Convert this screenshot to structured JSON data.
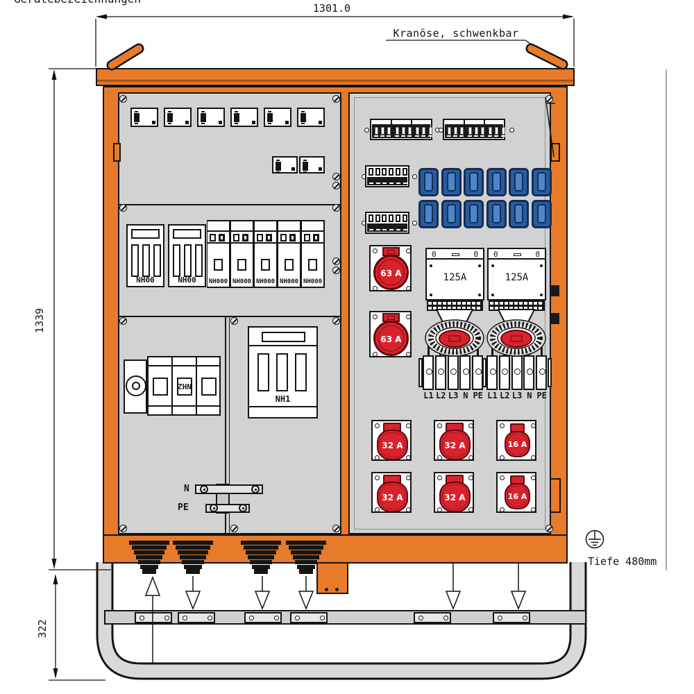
{
  "annotations": {
    "top_partial_label": "Gerätebezeichnungen",
    "width_dimension": "1301.0",
    "height_dimension": "1339",
    "base_height_dimension": "322",
    "crane_note": "Kranöse, schwenkbar",
    "depth_note": "Tiefe 480mm"
  },
  "left_panel": {
    "meter_modules_row1": 6,
    "meter_modules_row2": 2,
    "nh00_labels": [
      "NH00",
      "NH00"
    ],
    "nh000_labels": [
      "NH000",
      "NH000",
      "NH000",
      "NH000",
      "NH000"
    ],
    "switch_label": "NH2",
    "fuse_switch_label": "NH1",
    "neutral_bus_label": "N",
    "pe_bus_label": "PE"
  },
  "right_panel": {
    "breaker_groups": 2,
    "breaker_poles_per_group": 9,
    "mini_breaker_rows": 2,
    "mini_breaker_poles": 6,
    "blue_socket_rows": 2,
    "blue_sockets_per_row": 6,
    "cee63_labels": [
      "63 A",
      "63 A"
    ],
    "cee125_labels": [
      "125A",
      "125A"
    ],
    "cee125_top_marks": [
      "0",
      "0"
    ],
    "terminal_strips": 2,
    "terminal_labels": [
      "L1",
      "L2",
      "L3",
      "N",
      "PE"
    ],
    "red_socket_labels": [
      [
        "32 A",
        "32 A",
        "16 A"
      ],
      [
        "32 A",
        "32 A",
        "16 A"
      ]
    ],
    "red_socket_sizes": [
      [
        "32",
        "32",
        "16"
      ],
      [
        "32",
        "32",
        "16"
      ]
    ]
  },
  "base": {
    "cable_glands": 4,
    "incoming_arrows": 1,
    "outgoing_arrows": 5,
    "foot_plates": 6
  },
  "colors": {
    "frame_orange": "#e87b2a",
    "panel_gray": "#d2d2d2",
    "socket_red": "#d8232e",
    "socket_blue": "#2a5b9e",
    "line_black": "#141414"
  }
}
